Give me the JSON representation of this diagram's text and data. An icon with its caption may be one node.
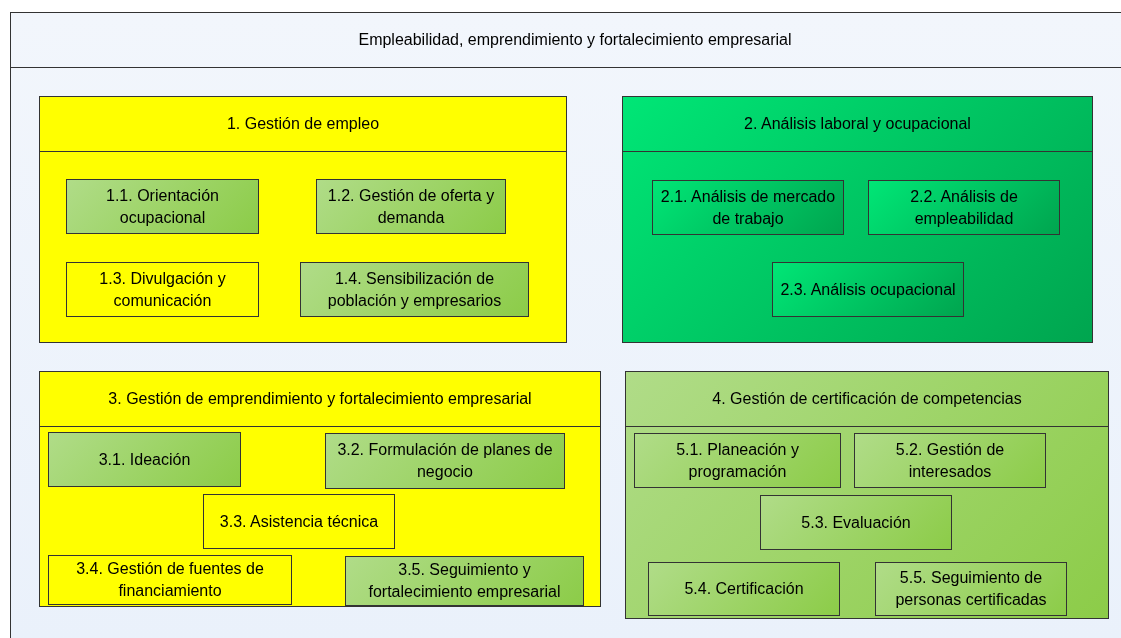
{
  "diagram": {
    "nodes": [
      {
        "text": [
          "Empleabilidad, emprendimiento y fortalecimiento empresarial"
        ]
      },
      {
        "text": [
          "1. Gestión de empleo"
        ],
        "in": 0
      },
      {
        "text": [
          "1.1. Orientación ocupacional"
        ],
        "in": 1
      },
      {
        "text": [
          "1.2. Gestión de oferta y demanda"
        ],
        "in": 1
      },
      {
        "text": [
          "1.3. Divulgación y comunicación"
        ],
        "in": 1
      },
      {
        "text": [
          "1.4. Sensibilización de población y empresarios"
        ],
        "in": 1
      },
      {
        "text": [
          "2. Análisis laboral y ocupacional"
        ],
        "in": 0
      },
      {
        "text": [
          "2.1. Análisis de mercado de trabajo"
        ],
        "in": 6
      },
      {
        "text": [
          "2.2. Análisis de empleabilidad"
        ],
        "in": 6
      },
      {
        "text": [
          "2.3. Análisis ocupacional"
        ],
        "in": 6
      },
      {
        "text": [
          "3. Gestión de emprendimiento y fortalecimiento empresarial"
        ],
        "in": 0
      },
      {
        "text": [
          "3.1. Ideación"
        ],
        "in": 10
      },
      {
        "text": [
          "3.2. Formulación de planes de negocio"
        ],
        "in": 10
      },
      {
        "text": [
          "3.3. Asistencia técnica"
        ],
        "in": 10
      },
      {
        "text": [
          "3.4. Gestión de fuentes de financiamiento"
        ],
        "in": 10
      },
      {
        "text": [
          "3.5. Seguimiento y fortalecimiento empresarial"
        ],
        "in": 10
      },
      {
        "text": [
          "4. Gestión de certificación de competencias"
        ],
        "in": 0
      },
      {
        "text": [
          "5.1. Planeación y programación"
        ],
        "in": 16
      },
      {
        "text": [
          "5.2. Gestión de interesados"
        ],
        "in": 16
      },
      {
        "text": [
          "5.3. Evaluación"
        ],
        "in": 16
      },
      {
        "text": [
          "5.4. Certificación"
        ],
        "in": 16
      },
      {
        "text": [
          "5.5. Seguimiento de personas certificadas"
        ],
        "in": 16
      }
    ],
    "edges": []
  }
}
